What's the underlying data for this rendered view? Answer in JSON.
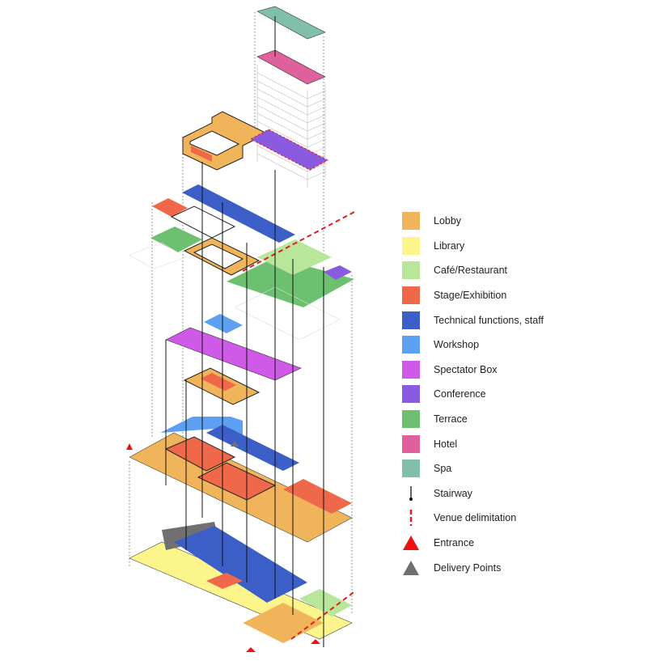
{
  "legend": {
    "items": [
      {
        "label": "Lobby",
        "color": "#f0b45a",
        "kind": "swatch"
      },
      {
        "label": "Library",
        "color": "#fbf58c",
        "kind": "swatch"
      },
      {
        "label": "Café/Restaurant",
        "color": "#b8e69a",
        "kind": "swatch"
      },
      {
        "label": "Stage/Exhibition",
        "color": "#f0684a",
        "kind": "swatch"
      },
      {
        "label": "Technical functions, staff",
        "color": "#3b5fc6",
        "kind": "swatch"
      },
      {
        "label": "Workshop",
        "color": "#5d9ff0",
        "kind": "swatch"
      },
      {
        "label": "Spectator Box",
        "color": "#cf5ae8",
        "kind": "swatch"
      },
      {
        "label": "Conference",
        "color": "#8a5ae0",
        "kind": "swatch"
      },
      {
        "label": "Terrace",
        "color": "#6cc070",
        "kind": "swatch"
      },
      {
        "label": "Hotel",
        "color": "#e0609c",
        "kind": "swatch"
      },
      {
        "label": "Spa",
        "color": "#80bfa8",
        "kind": "swatch"
      },
      {
        "label": "Stairway",
        "color": "#111111",
        "kind": "stair"
      },
      {
        "label": "Venue delimitation",
        "color": "#e02020",
        "kind": "dash"
      },
      {
        "label": "Entrance",
        "color": "#ee1111",
        "kind": "triangle"
      },
      {
        "label": "Delivery Points",
        "color": "#707070",
        "kind": "triangle"
      }
    ]
  }
}
